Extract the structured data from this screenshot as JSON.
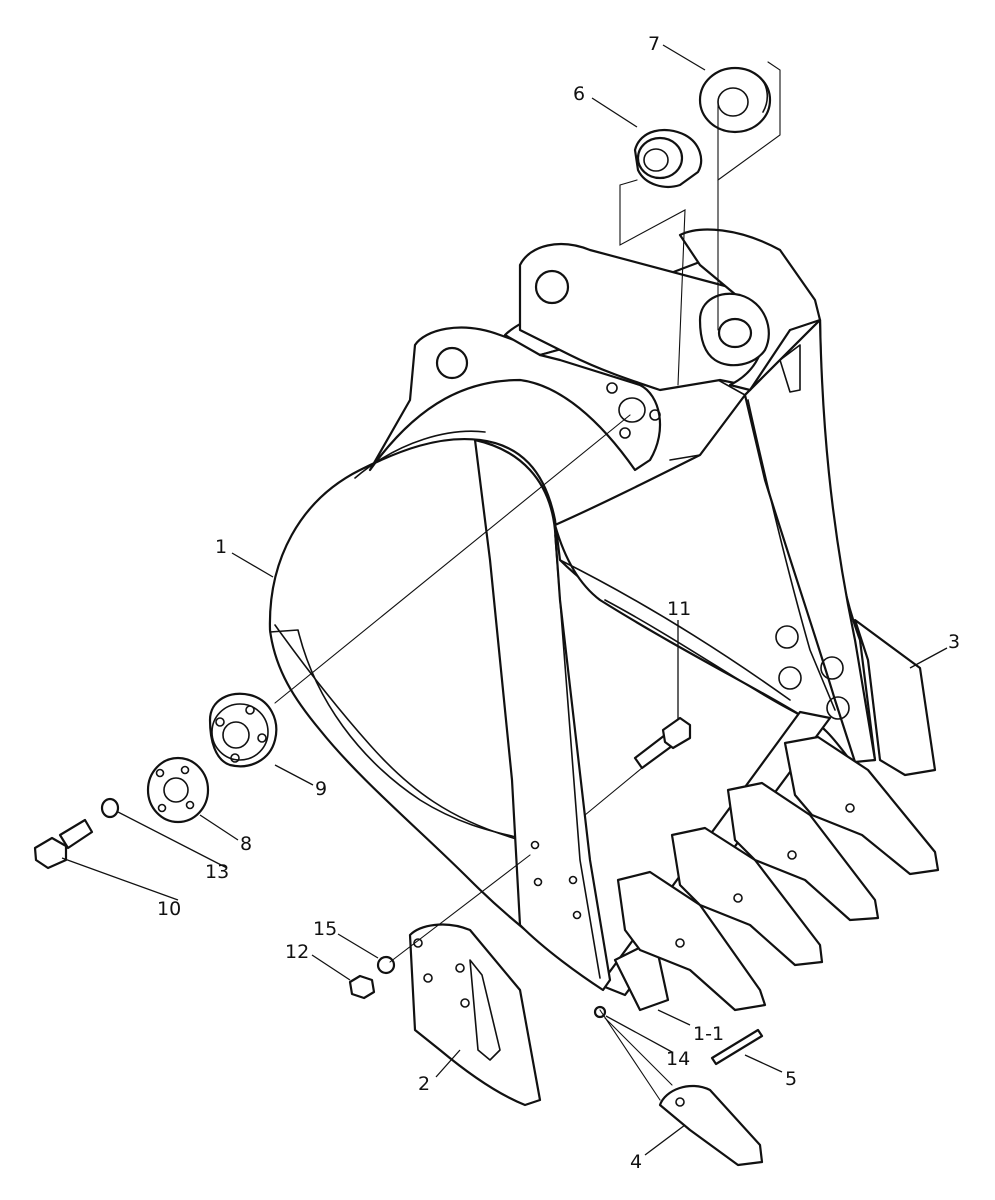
{
  "callouts": [
    {
      "id": "1",
      "text": "1"
    },
    {
      "id": "1-1",
      "text": "1-1"
    },
    {
      "id": "2",
      "text": "2"
    },
    {
      "id": "3",
      "text": "3"
    },
    {
      "id": "4",
      "text": "4"
    },
    {
      "id": "5",
      "text": "5"
    },
    {
      "id": "6",
      "text": "6"
    },
    {
      "id": "7",
      "text": "7"
    },
    {
      "id": "8",
      "text": "8"
    },
    {
      "id": "9",
      "text": "9"
    },
    {
      "id": "10",
      "text": "10"
    },
    {
      "id": "11",
      "text": "11"
    },
    {
      "id": "12",
      "text": "12"
    },
    {
      "id": "13",
      "text": "13"
    },
    {
      "id": "14",
      "text": "14"
    },
    {
      "id": "15",
      "text": "15"
    }
  ]
}
